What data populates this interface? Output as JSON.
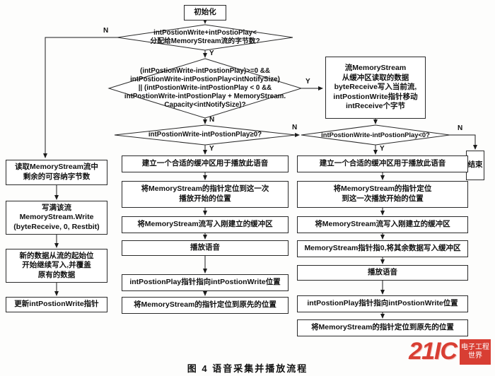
{
  "figure": {
    "caption": "图 4    语音采集并播放流程"
  },
  "labels": {
    "yes": "Y",
    "no": "N"
  },
  "nodes": {
    "start": "初始化",
    "cond_capacity": "intPostionWrite+intPostioPlay<\n分配给MemoryStream流的字节数?",
    "cond_notify": "(intPostionWrite-intPostionPlay)>=0 &&\nintPostionWrite-intPostionPlay<intNotifySize)\n|| (intPostionWrite-intPostionPlay < 0 &&\nintPostionWrite-intPostionPlay + MemoryStream.\nCapacity<intNotifySize)?",
    "write_stream": "流MemoryStream\n从缓冲区读取的数据\nbyteReceive写入当前流,\nintPostionWrite指针移动\nintReceive个字节",
    "cond_ge0": "intPostionWrite-intPostionPlay≥0?",
    "cond_lt0": "intPostionWrite-intPostionPlay<0?",
    "end": "结束",
    "left1": "读取MemoryStream流中\n剩余的可容纳字节数",
    "left2": "写满该流\nMemoryStream.Write\n(byteReceive, 0, Restbit)",
    "left3": "新的数据从流的起始位\n开始继续写入,并覆盖\n原有的数据",
    "left4": "更新intPostionWrite指针",
    "mid1": "建立一个合适的缓冲区用于播放此语音",
    "mid2": "将MemoryStream的指针定位到这一次\n播放开始的位置",
    "mid3": "将MemoryStream流写入刚建立的缓冲区",
    "mid4": "播放语音",
    "mid5": "intPostionPlay指针指向intPostionWrite位置",
    "mid6": "将MemoryStream的指针定位到原先的位置",
    "right1": "建立一个合适的缓冲区用于播放此语音",
    "right2": "将MemoryStream的指针定位\n到这一次播放开始的位置",
    "right3": "将MemoryStream流写入刚建立的缓冲区",
    "right4": "MemoryStream指针指0,将其余数据写入缓冲区",
    "right5": "播放语音",
    "right6": "intPostionPlay指针指向intPostionWrite位置",
    "right7": "将MemoryStream的指针定位到原先的位置"
  },
  "watermark": {
    "brand": "21IC",
    "site": "电子工程世界"
  }
}
